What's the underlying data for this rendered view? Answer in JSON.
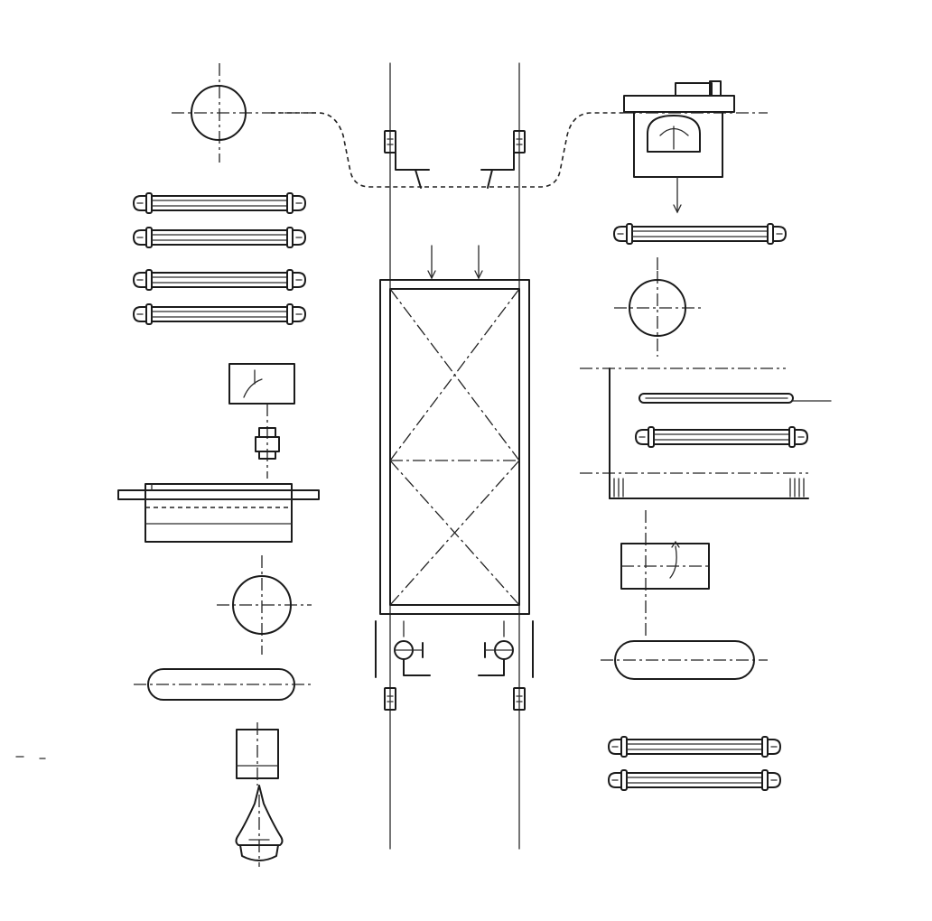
{
  "drawing": {
    "background_color": "#ffffff",
    "line_color": "#1b1b1b",
    "components": [
      "pressure-gauge",
      "tube-bundle",
      "transformer-box",
      "valve-coupling",
      "pipe-segment",
      "flow-meter",
      "capsule-tank",
      "nozzle",
      "main-column",
      "motor-housing",
      "flange",
      "check-valve"
    ]
  }
}
